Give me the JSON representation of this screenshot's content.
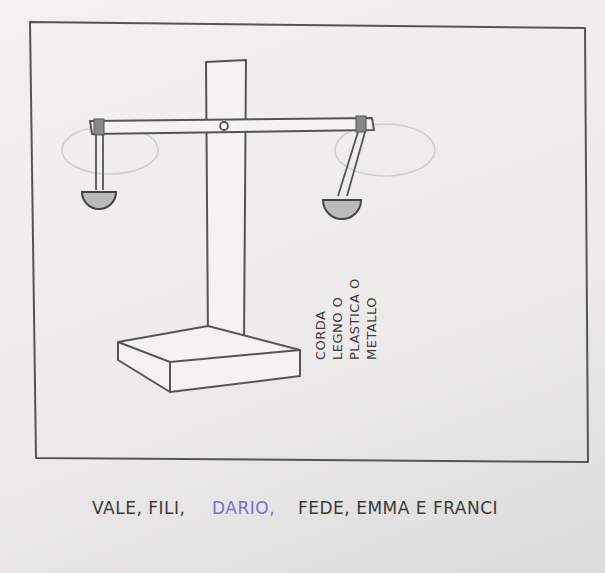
{
  "diagram": {
    "labels": [
      "CORDA LEGNO O PLASTICA O METALLO",
      "VALE, FILI,",
      "DARIO,",
      "FEDE, EMMA E FRANCI"
    ]
  }
}
